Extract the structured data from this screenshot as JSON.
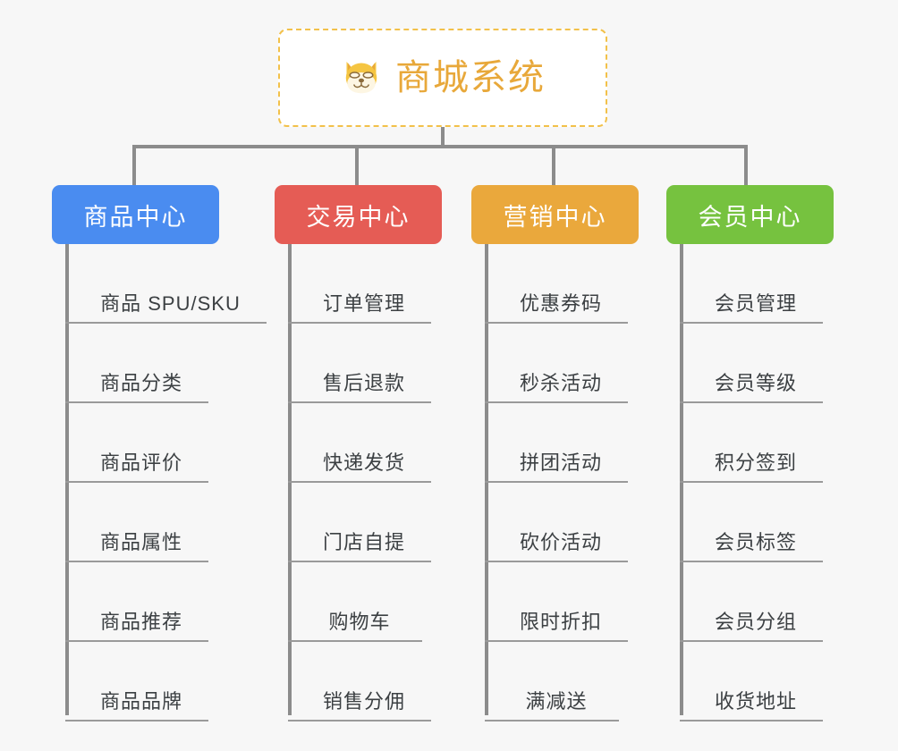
{
  "background_color": "#f7f7f7",
  "root": {
    "title": "商城系统",
    "icon": "shiba-dog-face-icon",
    "text_color": "#e8a83a",
    "border_color": "#f2c14a"
  },
  "columns": [
    {
      "id": "product-center",
      "header": "商品中心",
      "color": "#4a8cf0",
      "items": [
        "商品 SPU/SKU",
        "商品分类",
        "商品评价",
        "商品属性",
        "商品推荐",
        "商品品牌"
      ]
    },
    {
      "id": "trade-center",
      "header": "交易中心",
      "color": "#e55c55",
      "items": [
        "订单管理",
        "售后退款",
        "快递发货",
        "门店自提",
        "购物车",
        "销售分佣"
      ]
    },
    {
      "id": "marketing-center",
      "header": "营销中心",
      "color": "#eaa83c",
      "items": [
        "优惠券码",
        "秒杀活动",
        "拼团活动",
        "砍价活动",
        "限时折扣",
        "满减送"
      ]
    },
    {
      "id": "member-center",
      "header": "会员中心",
      "color": "#76c23f",
      "items": [
        "会员管理",
        "会员等级",
        "积分签到",
        "会员标签",
        "会员分组",
        "收货地址"
      ]
    }
  ]
}
